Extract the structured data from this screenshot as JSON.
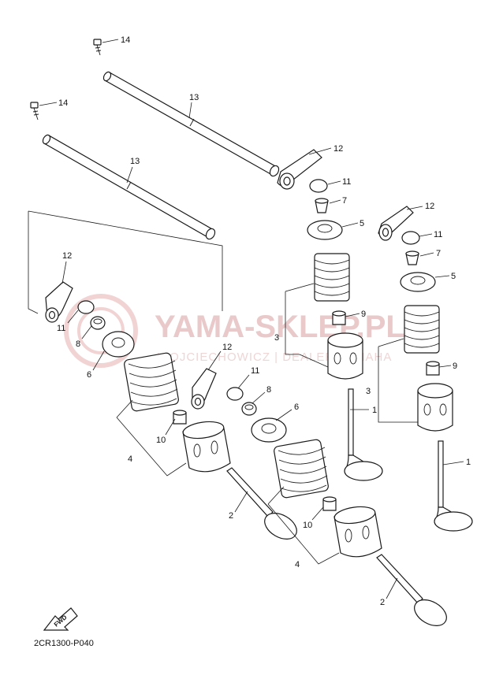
{
  "watermark": {
    "title": "YAMA-SKLEP.PL",
    "subtitle": "WOJCIECHOWICZ | DEALER YAMAHA",
    "color": "#e9c9c9"
  },
  "diagram_code": "2CR1300-P040",
  "fwd_label": "FWD",
  "callouts": {
    "c1a": "1",
    "c1b": "1",
    "c2a": "2",
    "c2b": "2",
    "c3a": "3",
    "c3b": "3",
    "c4a": "4",
    "c4b": "4",
    "c5a": "5",
    "c5b": "5",
    "c6a": "6",
    "c6b": "6",
    "c7a": "7",
    "c7b": "7",
    "c8a": "8",
    "c8b": "8",
    "c9a": "9",
    "c9b": "9",
    "c10a": "10",
    "c10b": "10",
    "c11a": "11",
    "c11b": "11",
    "c11c": "11",
    "c11d": "11",
    "c12a": "12",
    "c12b": "12",
    "c12c": "12",
    "c12d": "12",
    "c13a": "13",
    "c13b": "13",
    "c14a": "14",
    "c14b": "14"
  }
}
